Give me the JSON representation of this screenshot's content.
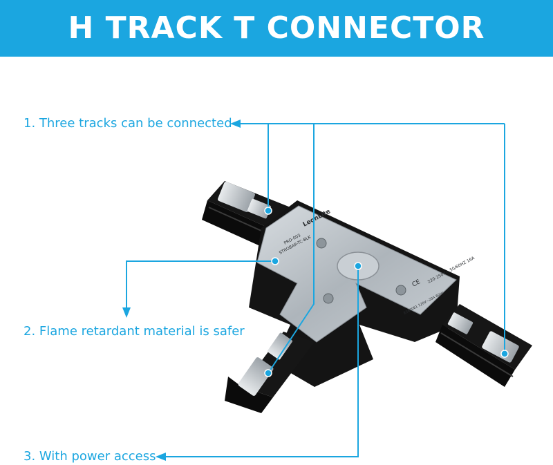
{
  "banner": {
    "title": "H TRACK T CONNECTOR"
  },
  "callouts": [
    {
      "label": "1. Three tracks can be connected"
    },
    {
      "label": "2. Flame retardant material is safer"
    },
    {
      "label": "3. With power access"
    }
  ],
  "product_label": {
    "brand": "LeonLite",
    "model": "PRO-003",
    "code": "STROBAR-TC-BLK",
    "rating": "220-250V~ 50/60HZ 16A",
    "cert": "CE",
    "spec": "E362061 120V~20A 60Hz"
  },
  "colors": {
    "accent": "#1ba6e0",
    "banner_text": "#ffffff",
    "plate": "#b9c0c6",
    "body": "#111111"
  }
}
